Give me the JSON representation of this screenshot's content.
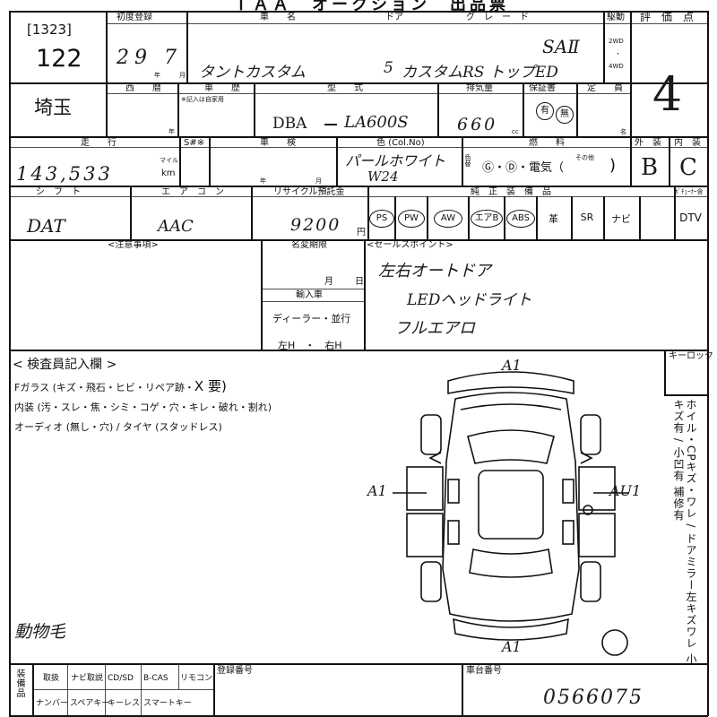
{
  "header": {
    "top_cut": "ＴＡＡ　オークション　出品票",
    "lot_code": "[1323]",
    "lot_no": "122",
    "first_reg_label": "初度登録",
    "first_reg_value": "29 7",
    "first_reg_units": [
      "年",
      "月"
    ],
    "car_name_label": "車　　名",
    "door_label": "ドア",
    "grade_label": "グ　レ　ー　ド",
    "car_name": "タントカスタム",
    "doors": "5",
    "grade": "カスタムRS トップED",
    "transmission_tag": "SAⅡ",
    "drive_label": "駆動",
    "drive_options": [
      "2WD",
      "・",
      "4WD"
    ],
    "score_label": "評　価　点",
    "score": "4"
  },
  "row2": {
    "region": "埼玉",
    "western_year_label": "西　　暦",
    "history_label": "車　　歴",
    "history_note": "※記入は自家用",
    "year_unit": "年",
    "model_label": "型　　式",
    "model_prefix": "DBA",
    "model_code": "LA600S",
    "displacement_label": "排気量",
    "displacement": "660",
    "cc": "cc",
    "warranty_label": "保証書",
    "warranty_options": [
      "有",
      "無"
    ],
    "capacity_label": "定　　員",
    "capacity_unit": "名"
  },
  "row3": {
    "mileage_label": "走　　行",
    "mileage_flags": "S#※",
    "mileage_units": [
      "マイル",
      "km"
    ],
    "mileage": "143,533",
    "inspection_label": "車　　検",
    "inspection_units": [
      "年",
      "月"
    ],
    "color_label": "色 (Col.No)",
    "color": "パールホワイト",
    "color_code": "W24",
    "color_side_label": "色替",
    "fuel_label": "燃　　料",
    "fuel_options": "Ⓖ・Ⓓ・電気（",
    "fuel_other": "その他",
    "exterior_label": "外　装",
    "exterior_grade": "B",
    "interior_label": "内　装",
    "interior_grade": "C"
  },
  "row4": {
    "shift_label": "シ　フ　ト",
    "shift": "DAT",
    "ac_label": "エ　ア　コ　ン",
    "ac": "AAC",
    "recycle_label": "リサイクル預託金",
    "recycle": "9200",
    "yen": "円",
    "equipment_label": "純　正　装　備　品",
    "tuner_label": "ｶﾞﾁｭｰﾅｰ含",
    "equipment": [
      "PS",
      "PW",
      "AW",
      "エアB",
      "ABS",
      "革",
      "SR",
      "ナビ",
      "DTV"
    ]
  },
  "row5": {
    "notes_label": "<注意事項>",
    "name_change_label": "名変期限",
    "month_day": [
      "月",
      "日"
    ],
    "import_label": "輸入車",
    "dealer_label": "ディーラー・並行",
    "steering": "左H　・　右H",
    "sales_label": "<セールスポイント>",
    "sales_points": [
      "左右オートドア",
      "LEDヘッドライト",
      "フルエアロ"
    ]
  },
  "inspector": {
    "title": "< 検査員記入欄 >",
    "glass": "Fガラス (キズ・飛石・ヒビ・リペア跡・",
    "glass_x": "X 要)",
    "interior": "内装 (汚・スレ・焦・シミ・コゲ・穴・キレ・破れ・割れ)",
    "audio": "オーディオ (無し・穴) / タイヤ (スタッドレス)",
    "handnote": "動物毛",
    "keyless_label": "キーロック",
    "side_text": "ホイル・CPキズ・ワレ / ドアミラー左キズワレ 小キズ有 / 小凹有 補修有",
    "diagram_marks": [
      "A1",
      "A1",
      "AU1",
      "A1"
    ]
  },
  "footer": {
    "row1": [
      "取扱",
      "ナビ取説",
      "CD/SD",
      "B-CAS",
      "リモコン"
    ],
    "row2": [
      "ナンバー",
      "スペアキー",
      "キーレス",
      "スマートキー"
    ],
    "side": "装備品",
    "reg_no_label": "登録番号",
    "chassis_label": "車台番号",
    "chassis_no": "0566075"
  }
}
